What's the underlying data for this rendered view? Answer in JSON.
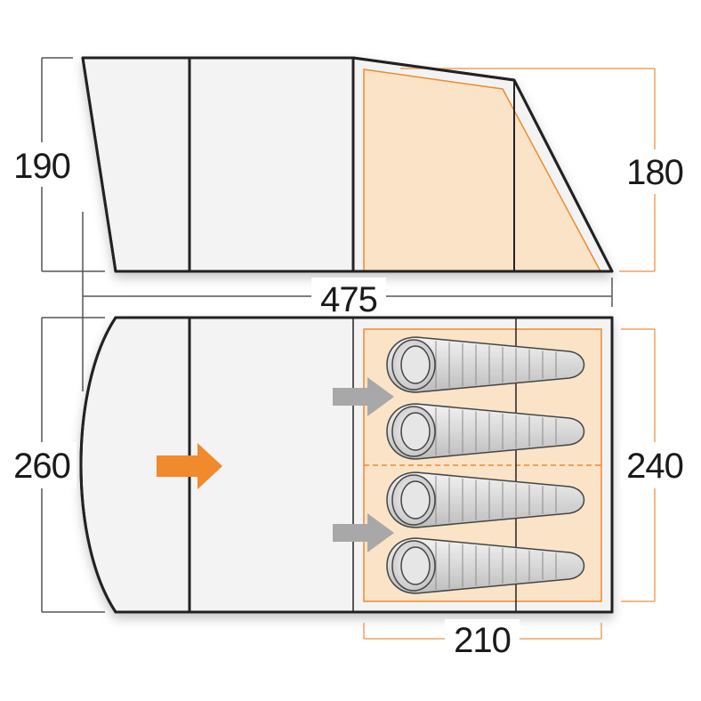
{
  "dimensions": {
    "side_height_left": "190",
    "side_height_right": "180",
    "total_length": "475",
    "floor_width_left": "260",
    "floor_width_right": "240",
    "bedroom_length": "210"
  },
  "colors": {
    "outline": "#222222",
    "fabric": "#f3f3f3",
    "bedroom_fill": "#fbe3c8",
    "accent_orange": "#f08a2c",
    "dim_line_gray": "#555555",
    "dim_line_orange": "#f0a060",
    "arrow_gray": "#a8a8a8",
    "sleeping_bag": "#dcdcdc"
  },
  "diagram": {
    "view_count": 2,
    "sleeping_bags": 4,
    "entry_arrows": [
      "orange",
      "gray",
      "gray"
    ]
  }
}
